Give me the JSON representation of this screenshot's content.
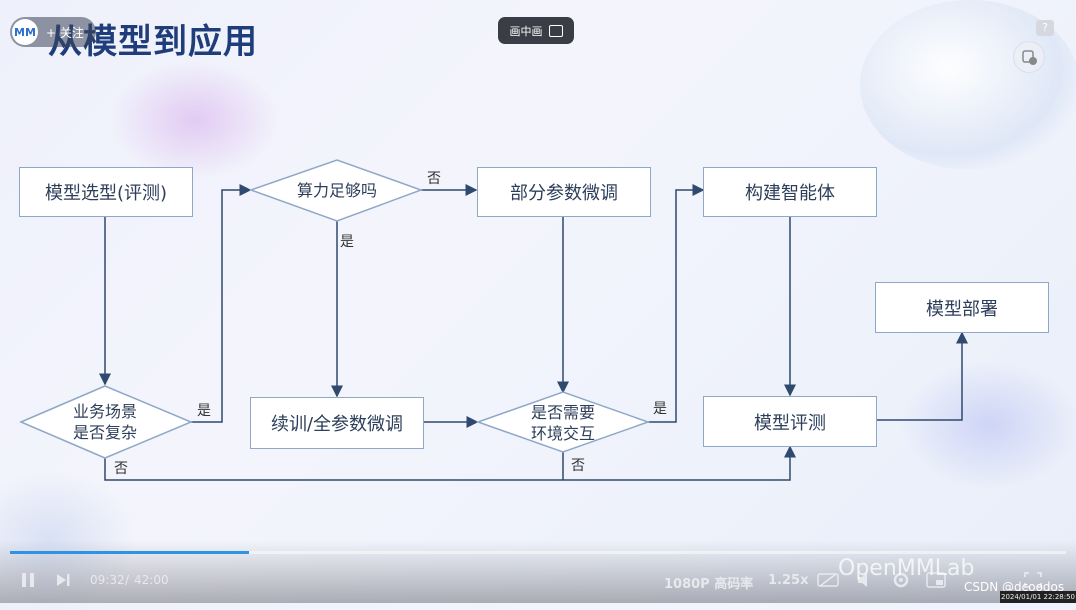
{
  "header": {
    "title": "从模型到应用",
    "follow_label": "+ 关注",
    "logo_text": "MM",
    "pip_label": "画中画",
    "help_label": "?"
  },
  "flow": {
    "select_model": "模型选型(评测)",
    "scenario_line1": "业务场景",
    "scenario_line2": "是否复杂",
    "compute": "算力足够吗",
    "partial_tune": "部分参数微调",
    "full_tune": "续训/全参数微调",
    "env_line1": "是否需要",
    "env_line2": "环境交互",
    "agent": "构建智能体",
    "evaluate": "模型评测",
    "deploy": "模型部署",
    "yes": "是",
    "no": "否"
  },
  "player": {
    "progress_fraction": 0.226,
    "current_time": "09:32",
    "separator": "/",
    "total_time": "42:00",
    "quality": "1080P 高码率",
    "speed": "1.25x",
    "watermark": "OpenMMLab",
    "csdn_mark": "CSDN @dcoodos",
    "timestamp": "2024/01/01 22:28:50"
  },
  "colors": {
    "title": "#1e3d7a",
    "box_border": "#8fa8c8",
    "arrow": "#2f4a6e",
    "progress": "#2f93e3"
  }
}
